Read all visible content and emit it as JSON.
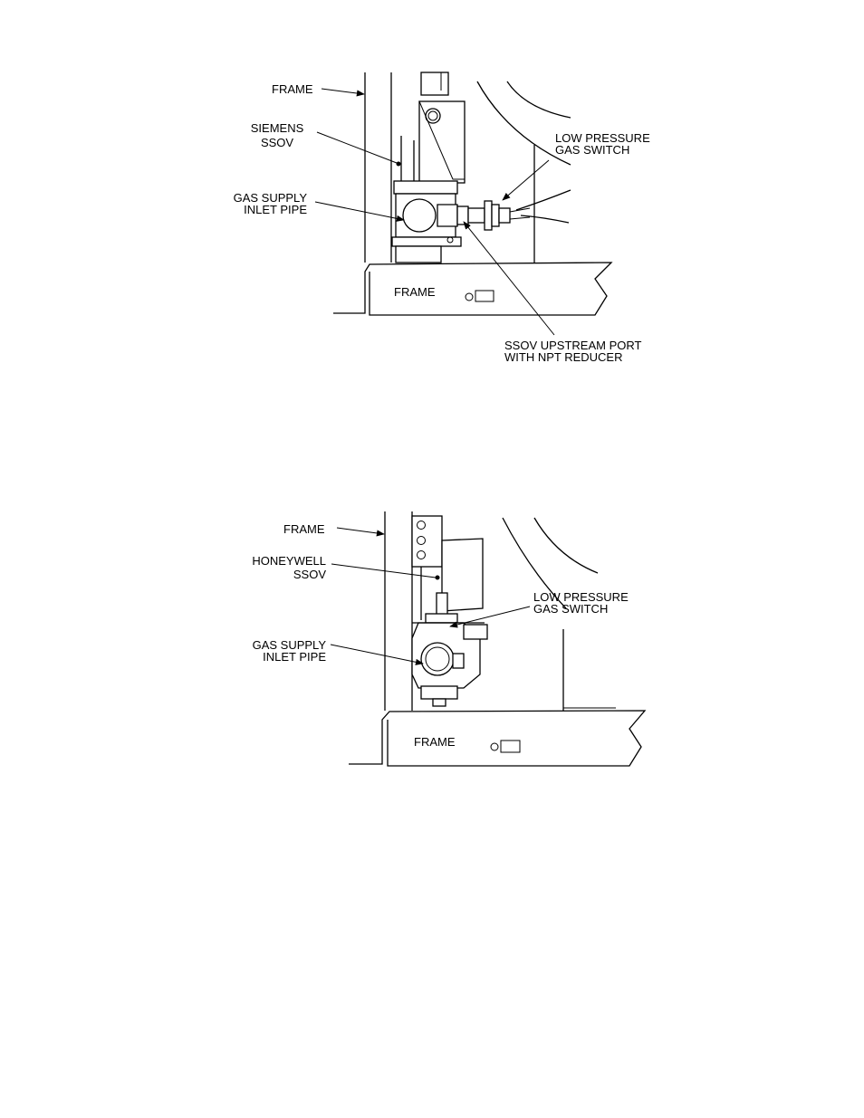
{
  "diagram_top": {
    "labels": {
      "frame_upper": "FRAME",
      "siemens_line1": "SIEMENS",
      "siemens_line2": "SSOV",
      "gas_supply_line1": "GAS SUPPLY",
      "gas_supply_line2": "INLET PIPE",
      "lps_line1": "LOW PRESSURE",
      "lps_line2": "GAS SWITCH",
      "frame_lower": "FRAME",
      "upstream_line1": "SSOV UPSTREAM PORT",
      "upstream_line2": "WITH NPT REDUCER"
    }
  },
  "diagram_bottom": {
    "labels": {
      "frame_upper": "FRAME",
      "honeywell_line1": "HONEYWELL",
      "honeywell_line2": "SSOV",
      "lps_line1": "LOW PRESSURE",
      "lps_line2": "GAS SWITCH",
      "gas_supply_line1": "GAS SUPPLY",
      "gas_supply_line2": "INLET PIPE",
      "frame_lower": "FRAME"
    }
  }
}
